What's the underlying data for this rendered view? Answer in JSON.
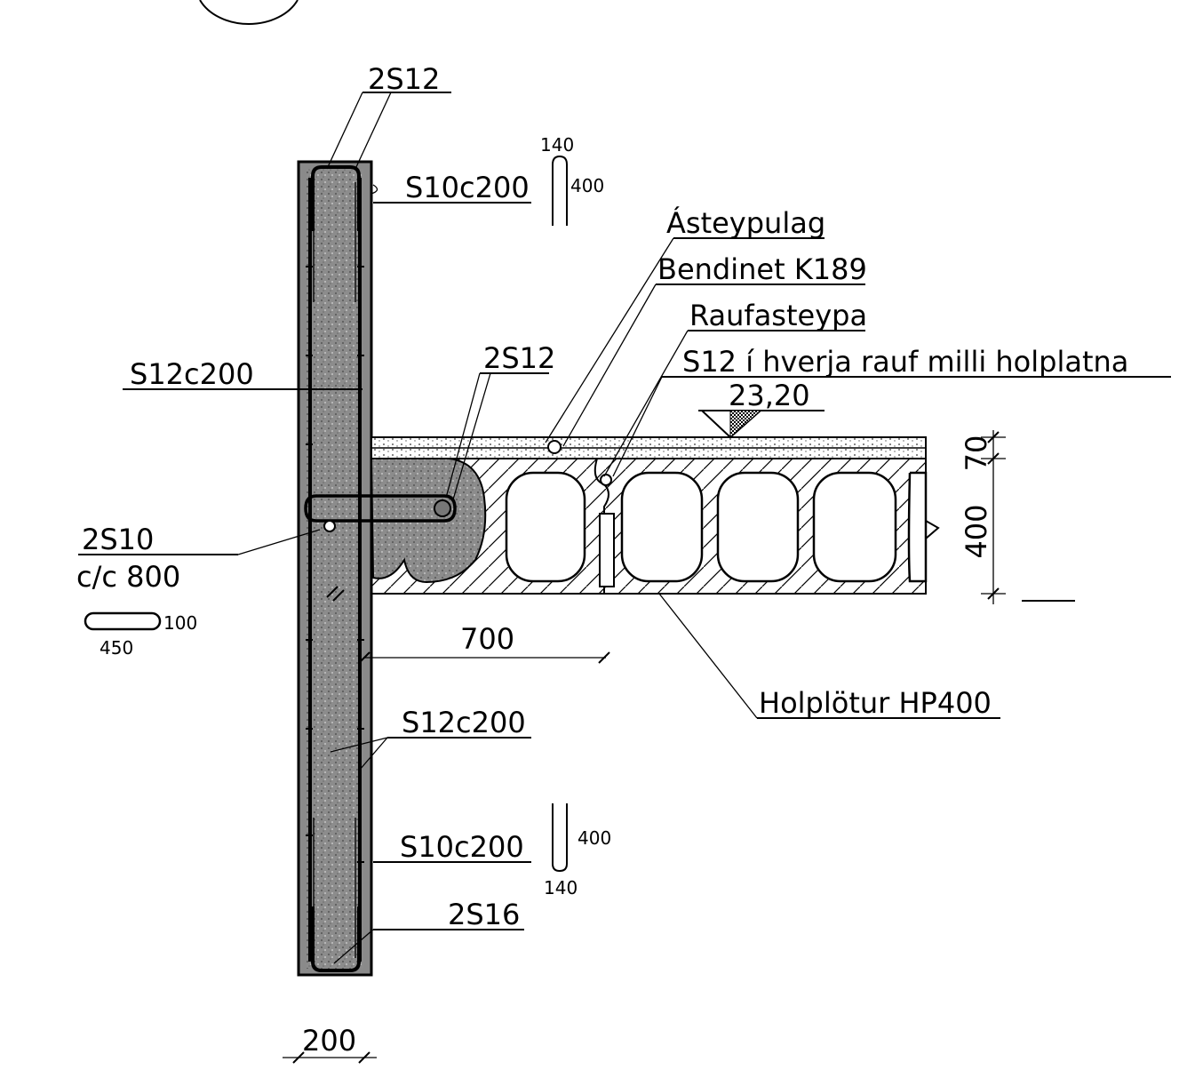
{
  "drawing": {
    "labels": {
      "top_2s12": "2S12",
      "top_s10c200": "S10c200",
      "top_stirrup_w": "140",
      "top_stirrup_h": "400",
      "asteypulag": "Ásteypulag",
      "bendinet": "Bendinet K189",
      "raufasteypa": "Raufasteypa",
      "s12c200_left": "S12c200",
      "mid_2s12": "2S12",
      "s12_rauf": "S12 í hverja rauf milli holplatna",
      "elevation": "23,20",
      "dim_70": "70",
      "dim_400": "400",
      "left_2s10": "2S10",
      "left_cc800": "c/c 800",
      "hairpin_w": "450",
      "hairpin_h": "100",
      "dim_700": "700",
      "holplotur": "Holplötur HP400",
      "low_s12c200": "S12c200",
      "low_s10c200": "S10c200",
      "low_stirrup_h": "400",
      "low_stirrup_w": "140",
      "low_2s16": "2S16",
      "dim_200": "200"
    },
    "colors": {
      "ink": "#000000",
      "concrete": "#9a9a9a",
      "wall_outline": "#000000"
    }
  }
}
